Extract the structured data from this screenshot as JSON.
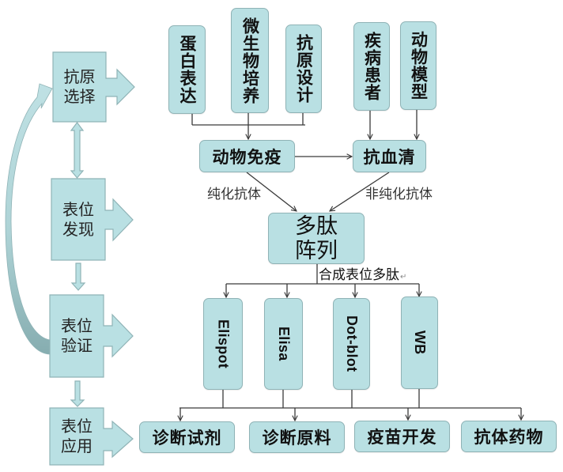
{
  "left_stages": [
    {
      "line1": "抗原",
      "line2": "选择"
    },
    {
      "line1": "表位",
      "line2": "发现"
    },
    {
      "line1": "表位",
      "line2": "验证"
    },
    {
      "line1": "表位",
      "line2": "应用"
    }
  ],
  "sources": [
    "蛋白表达",
    "微生物培养",
    "抗原设计",
    "疾病患者",
    "动物模型"
  ],
  "immunization": "动物免疫",
  "antiserum": "抗血清",
  "peptide_array": {
    "line1": "多肽",
    "line2": "阵列"
  },
  "edge_labels": {
    "purified": "纯化抗体",
    "unpurified": "非纯化抗体",
    "synthesize": "合成表位多肽",
    "return_mark": "↵"
  },
  "methods": [
    "Elispot",
    "Elisa",
    "Dot-blot",
    "WB"
  ],
  "applications": [
    "诊断试剂",
    "诊断原料",
    "疫苗开发",
    "抗体药物"
  ],
  "colors": {
    "box_fill": "#b9e0e3",
    "box_border": "#8fb3b6",
    "line": "#3a3a3a",
    "curve_light": "#bfe1e4",
    "curve_dark": "#86adb0"
  }
}
